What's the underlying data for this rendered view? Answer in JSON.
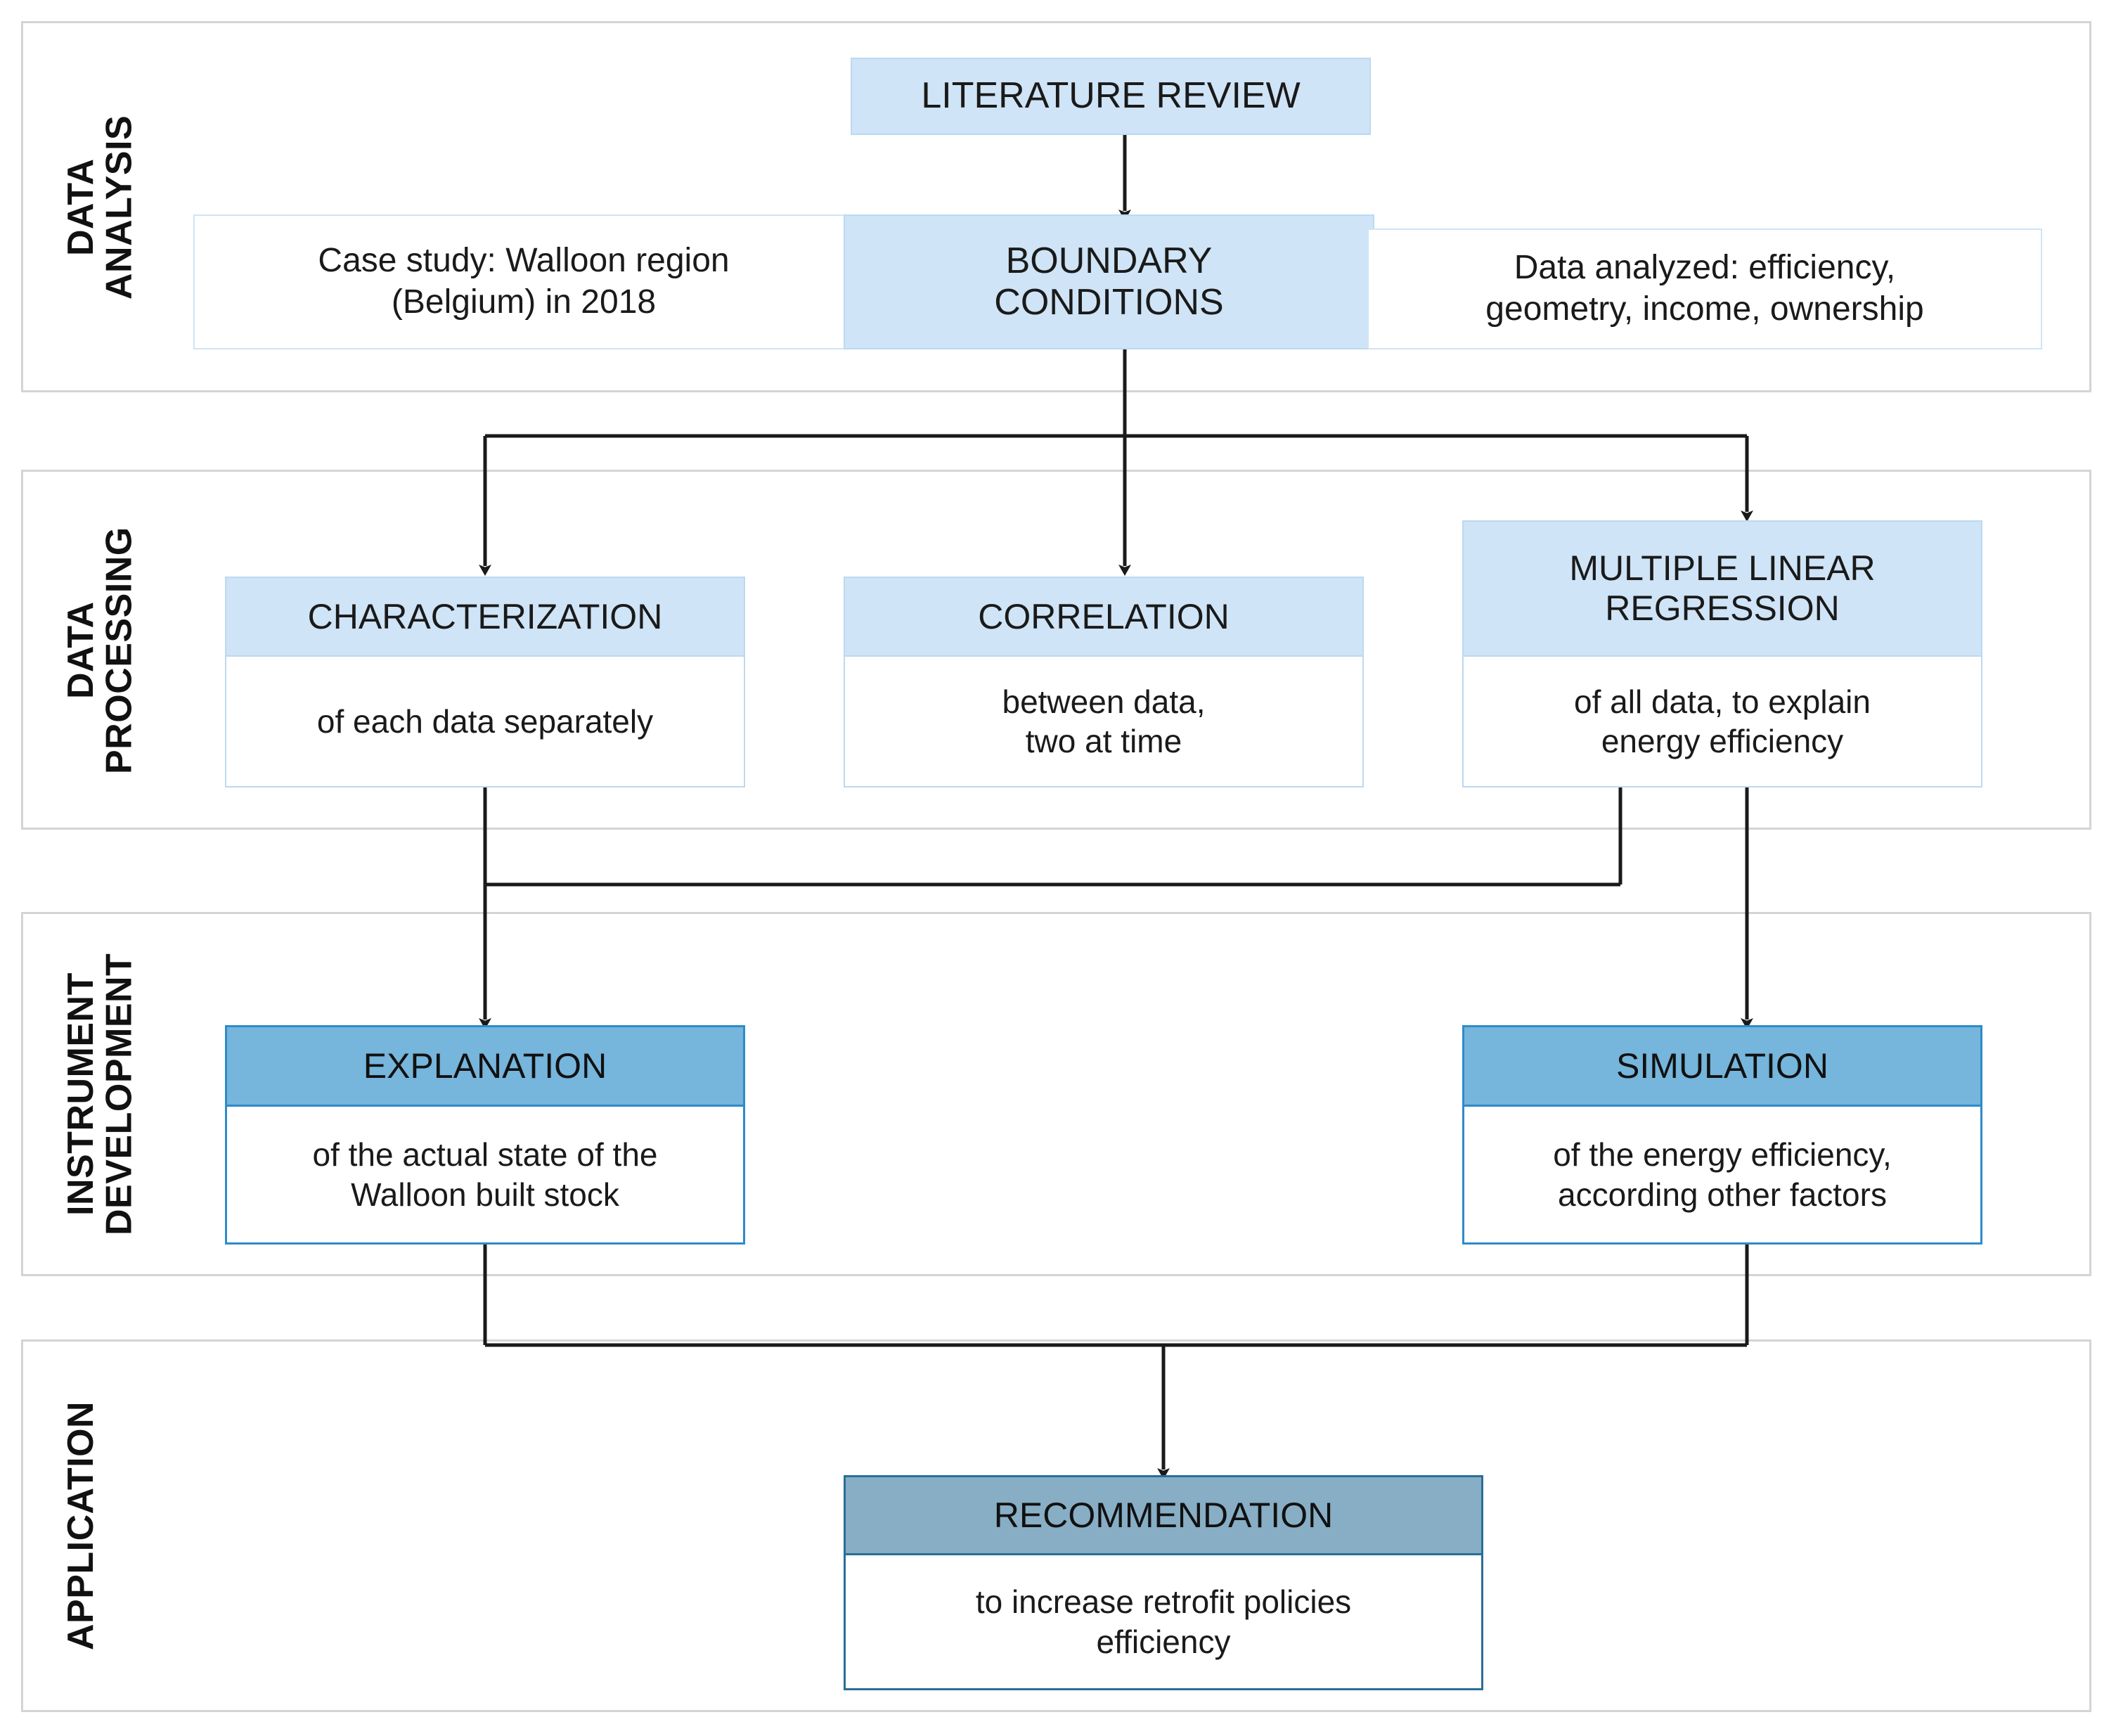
{
  "diagram": {
    "title": "Research methodology flowchart",
    "colors": {
      "band_border": "#d4d4d4",
      "light_fill": "#cfe4f6",
      "light_border": "#bcd9f0",
      "mid_fill": "#76b5dc",
      "mid_border": "#2e8bc9",
      "steel_fill": "#87aec5",
      "steel_border": "#2a6e96",
      "arrow": "#1a1a1a",
      "text": "#1a1a1a"
    }
  },
  "sections": [
    {
      "id": "data-analysis",
      "label": "DATA\nANALYSIS"
    },
    {
      "id": "data-processing",
      "label": "DATA\nPROCESSING"
    },
    {
      "id": "instrument-development",
      "label": "INSTRUMENT\nDEVELOPMENT"
    },
    {
      "id": "application",
      "label": "APPLICATION"
    }
  ],
  "nodes": {
    "literature_review": {
      "title": "LITERATURE REVIEW",
      "body": ""
    },
    "case_study": {
      "title": "",
      "body": "Case study: Walloon region\n(Belgium) in 2018"
    },
    "boundary_conditions": {
      "title": "BOUNDARY\nCONDITIONS",
      "body": ""
    },
    "data_analyzed": {
      "title": "",
      "body": "Data analyzed: efficiency,\ngeometry, income, ownership"
    },
    "characterization": {
      "title": "CHARACTERIZATION",
      "body": "of each data separately"
    },
    "correlation": {
      "title": "CORRELATION",
      "body": "between data,\ntwo at time"
    },
    "multiple_linear_regression": {
      "title": "MULTIPLE LINEAR\nREGRESSION",
      "body": "of all data, to explain\nenergy efficiency"
    },
    "explanation": {
      "title": "EXPLANATION",
      "body": "of the actual state of the\nWalloon built stock"
    },
    "simulation": {
      "title": "SIMULATION",
      "body": "of the energy efficiency,\naccording other factors"
    },
    "recommendation": {
      "title": "RECOMMENDATION",
      "body": "to increase retrofit policies\nefficiency"
    }
  },
  "connections": [
    {
      "from": "literature_review",
      "to": "boundary_conditions"
    },
    {
      "from": "boundary_conditions",
      "to": "characterization"
    },
    {
      "from": "boundary_conditions",
      "to": "correlation"
    },
    {
      "from": "boundary_conditions",
      "to": "multiple_linear_regression"
    },
    {
      "from": "characterization",
      "to": "explanation"
    },
    {
      "from": "multiple_linear_regression",
      "to": "explanation"
    },
    {
      "from": "multiple_linear_regression",
      "to": "simulation"
    },
    {
      "from": "explanation",
      "to": "recommendation"
    },
    {
      "from": "simulation",
      "to": "recommendation"
    }
  ]
}
